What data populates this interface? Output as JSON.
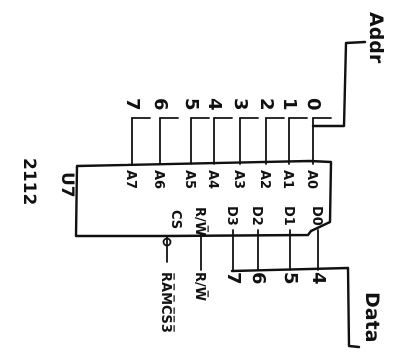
{
  "chip": {
    "designator": "U7",
    "part": "2112"
  },
  "buses": {
    "address": "Addr",
    "data": "Data"
  },
  "address_pins": [
    "A0",
    "A1",
    "A2",
    "A3",
    "A4",
    "A5",
    "A6",
    "A7"
  ],
  "address_numbers": [
    "0",
    "1",
    "2",
    "3",
    "4",
    "5",
    "6",
    "7"
  ],
  "data_pins": [
    "D0",
    "D1",
    "D2",
    "D3"
  ],
  "data_numbers": [
    "4",
    "5",
    "6",
    "7"
  ],
  "control_pins": {
    "rw": "R/W̅",
    "cs": "CS"
  },
  "signals": {
    "rw": "R/W̅",
    "cs": "R̅A̅M̅C̅S̅3̅"
  }
}
